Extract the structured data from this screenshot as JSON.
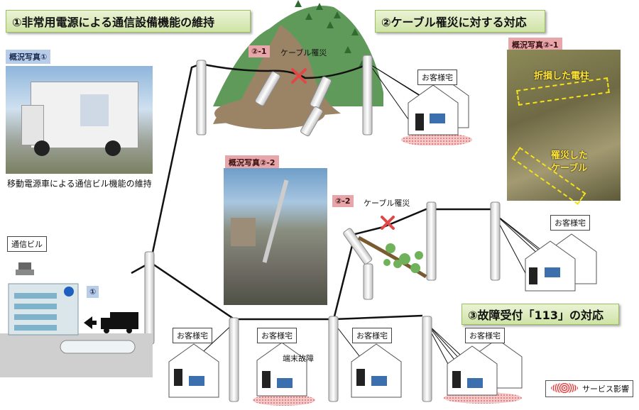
{
  "sections": {
    "s1_title": "①非常用電源による通信設備機能の維持",
    "s2_title": "②ケーブル罹災に対する対応",
    "s3_title": "③故障受付「113」の対応"
  },
  "photos": {
    "p1_label": "概況写真①",
    "p1_caption": "移動電源車による通信ビル機能の維持",
    "p21_label": "概況写真②-1",
    "p21_note_pole": "折損した電柱",
    "p21_note_cable_1": "罹災した",
    "p21_note_cable_2": "ケーブル",
    "p22_label": "概況写真②-2"
  },
  "labels": {
    "building": "通信ビル",
    "marker1": "①",
    "disaster21_num": "②-1",
    "disaster21_text": "ケーブル罹災",
    "disaster22_num": "②-2",
    "disaster22_text": "ケーブル罹災",
    "terminal_fault": "端末故障",
    "customer": "お客様宅",
    "legend": "サービス影響"
  }
}
